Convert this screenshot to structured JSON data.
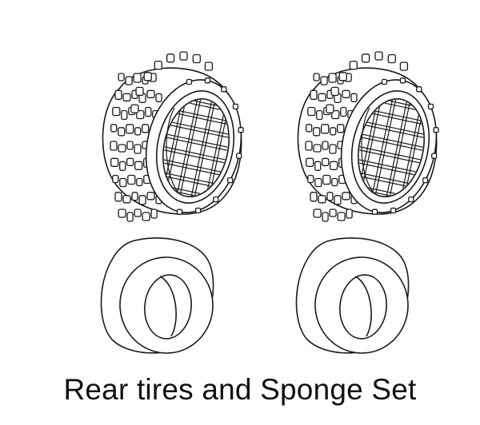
{
  "caption": "Rear tires and Sponge Set",
  "parts": {
    "tires": [
      {
        "id": "rear-tire-left"
      },
      {
        "id": "rear-tire-right"
      }
    ],
    "sponges": [
      {
        "id": "sponge-insert-left"
      },
      {
        "id": "sponge-insert-right"
      }
    ]
  },
  "colors": {
    "line": "#1a1a1a",
    "background": "#ffffff"
  }
}
